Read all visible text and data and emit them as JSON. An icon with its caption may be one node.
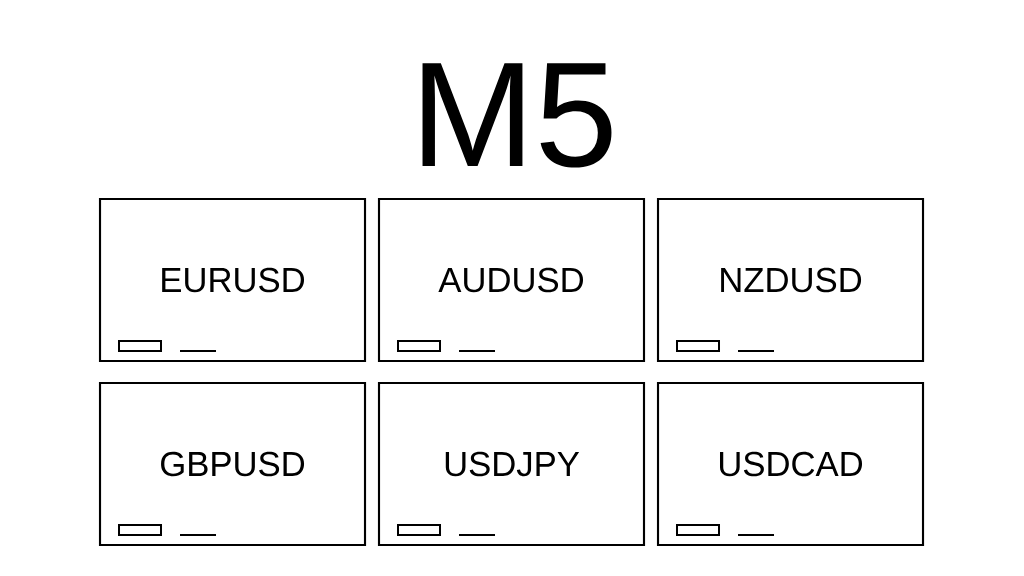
{
  "diagram": {
    "title": "M5",
    "nodes": [
      {
        "text": [
          "EURUSD"
        ]
      },
      {
        "text": [
          "AUDUSD"
        ]
      },
      {
        "text": [
          "NZDUSD"
        ]
      },
      {
        "text": [
          "GBPUSD"
        ]
      },
      {
        "text": [
          "USDJPY"
        ]
      },
      {
        "text": [
          "USDCAD"
        ]
      }
    ]
  }
}
